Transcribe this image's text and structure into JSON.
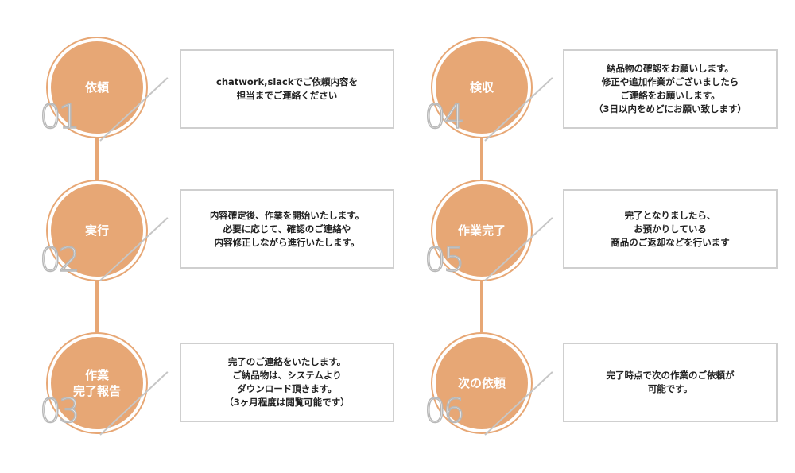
{
  "accent_color": "#e7a775",
  "steps": [
    {
      "number": "01",
      "label": "依頼",
      "description": "chatwork,slackでご依頼内容を\n担当までご連絡ください"
    },
    {
      "number": "02",
      "label": "実行",
      "description": "内容確定後、作業を開始いたします。\n必要に応じて、確認のご連絡や\n内容修正しながら進行いたします。"
    },
    {
      "number": "03",
      "label": "作業\n完了報告",
      "description": "完了のご連絡をいたします。\nご納品物は、システムより\nダウンロード頂きます。\n（3ヶ月程度は閲覧可能です）"
    },
    {
      "number": "04",
      "label": "検収",
      "description": "納品物の確認をお願いします。\n修正や追加作業がございましたら\nご連絡をお願いします。\n（3日以内をめどにお願い致します）"
    },
    {
      "number": "05",
      "label": "作業完了",
      "description": "完了となりましたら、\nお預かりしている\n商品のご返却などを行います"
    },
    {
      "number": "06",
      "label": "次の依頼",
      "description": "完了時点で次の作業のご依頼が\n可能です。"
    }
  ]
}
